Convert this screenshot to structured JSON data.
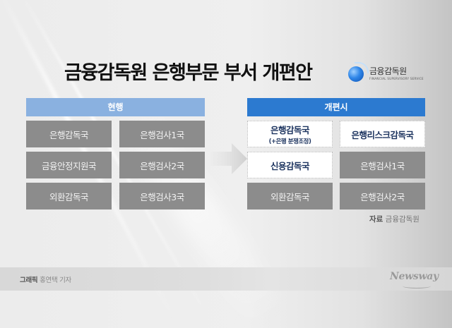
{
  "title": "금융감독원 은행부문 부서 개편안",
  "logo": {
    "icon": "fss-globe-icon",
    "name": "금융감독원",
    "subtitle": "FINANCIAL SUPERVISORY SERVICE"
  },
  "current": {
    "header": "현행",
    "cells": [
      {
        "label": "은행감독국"
      },
      {
        "label": "은행검사1국"
      },
      {
        "label": "금융안정지원국"
      },
      {
        "label": "은행검사2국"
      },
      {
        "label": "외환감독국"
      },
      {
        "label": "은행검사3국"
      }
    ]
  },
  "arrow_icon": "right-arrow-icon",
  "reorganized": {
    "header": "개편시",
    "cells": [
      {
        "label": "은행감독국",
        "sub": "(+은행 분쟁조정)",
        "style": "highlight"
      },
      {
        "label": "은행리스크감독국",
        "style": "highlight"
      },
      {
        "label": "신용감독국",
        "style": "highlight"
      },
      {
        "label": "은행검사1국",
        "style": "existing"
      },
      {
        "label": "외환감독국",
        "style": "existing"
      },
      {
        "label": "은행검사2국",
        "style": "existing"
      }
    ]
  },
  "source": {
    "label": "자료",
    "value": "금융감독원"
  },
  "footer": {
    "credit_label": "그래픽",
    "credit_name": "홍연택 기자",
    "brand": "Newsway"
  },
  "colors": {
    "current_header": "#8ab1e0",
    "new_header": "#2c7ad0",
    "gray_cell": "#8c8c8c",
    "highlight_text": "#1e3560"
  }
}
